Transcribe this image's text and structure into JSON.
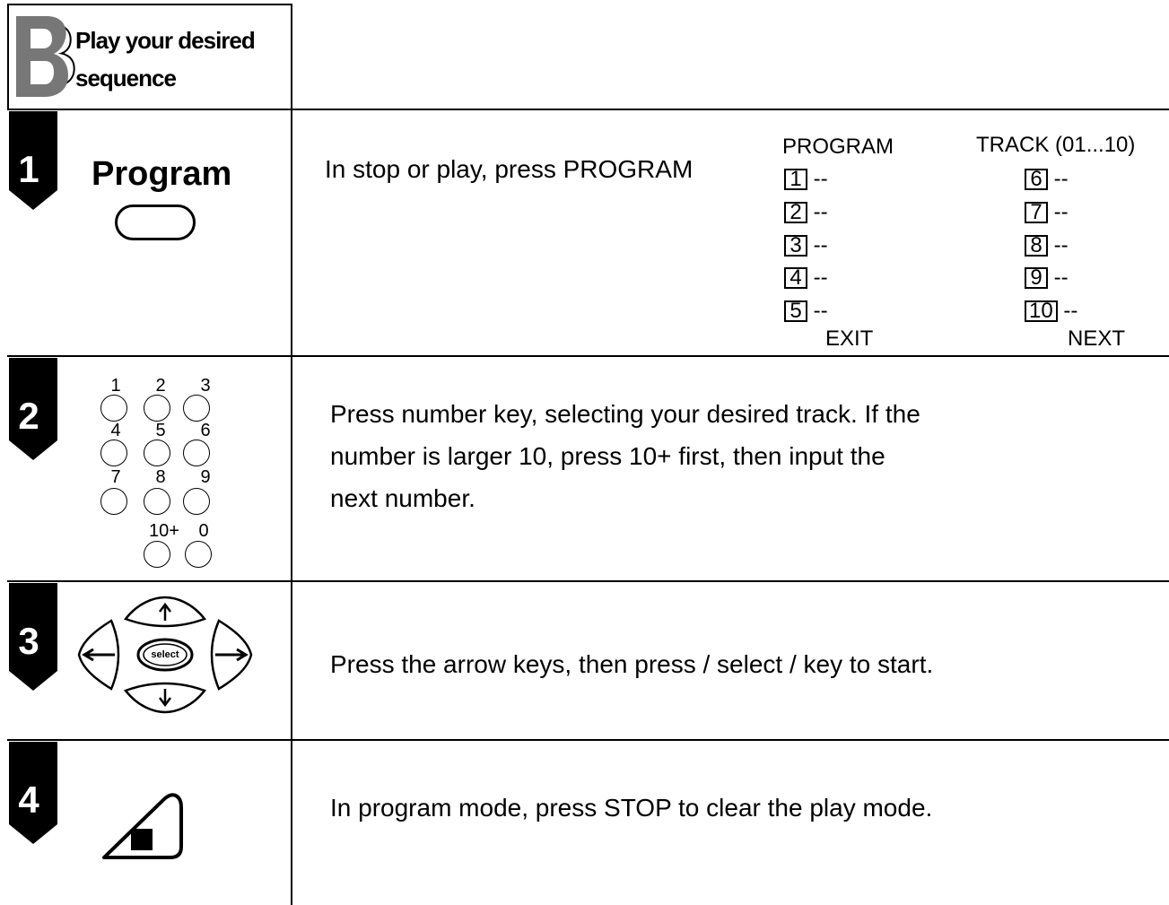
{
  "header": {
    "letter": "B",
    "title_line1": "Play your desired",
    "title_line2": "sequence"
  },
  "steps": [
    {
      "number": "1",
      "key_label": "Program",
      "key_icon": "program-button-icon",
      "instruction": "In stop or play, press PROGRAM",
      "osd": {
        "header_left": "PROGRAM",
        "header_right": "TRACK (01...10)",
        "left_slots": [
          "1",
          "2",
          "3",
          "4",
          "5"
        ],
        "right_slots": [
          "6",
          "7",
          "8",
          "9",
          "10"
        ],
        "slot_value": "--",
        "footer_left": "EXIT",
        "footer_right": "NEXT"
      }
    },
    {
      "number": "2",
      "key_icon": "number-keypad-icon",
      "keypad_labels": [
        "1",
        "2",
        "3",
        "4",
        "5",
        "6",
        "7",
        "8",
        "9",
        "10+",
        "0"
      ],
      "instruction_lines": [
        "Press number key, selecting your desired track. If the",
        "number is larger 10, press 10+ first, then input the",
        "next number."
      ]
    },
    {
      "number": "3",
      "key_icon": "arrow-pad-icon",
      "select_label": "select",
      "instruction": "Press the arrow keys, then press / select / key to start."
    },
    {
      "number": "4",
      "key_icon": "stop-button-icon",
      "instruction": "In program mode, press STOP to clear the play mode."
    }
  ]
}
